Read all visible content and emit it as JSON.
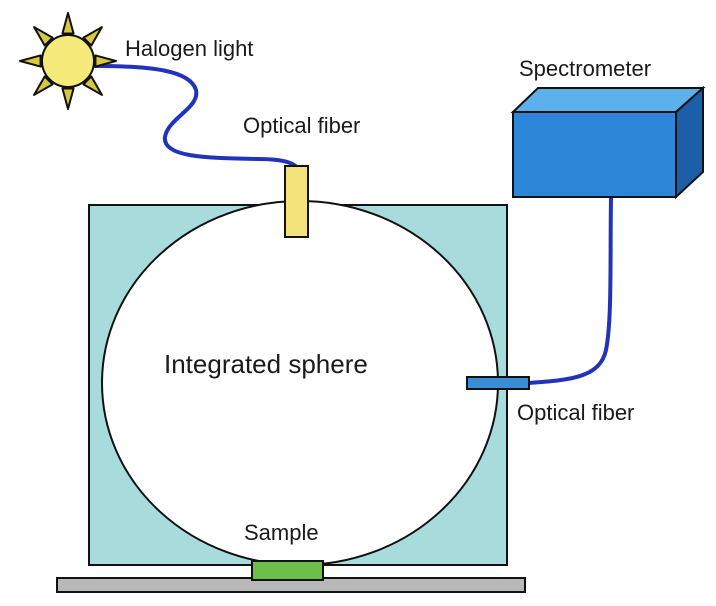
{
  "labels": {
    "halogen_light": "Halogen light",
    "optical_fiber_top": "Optical fiber",
    "spectrometer": "Spectrometer",
    "integrated_sphere": "Integrated sphere",
    "optical_fiber_right": "Optical fiber",
    "sample": "Sample"
  },
  "colors": {
    "enclosure_fill": "#a8dcdc",
    "sphere_fill": "#ffffff",
    "fiber_cable": "#2233bb",
    "top_port_fill": "#f2e37a",
    "right_port_fill": "#3a8ed6",
    "sample_fill": "#6cc04a",
    "base_plate_fill": "#b8b8b8",
    "spectrometer_front": "#2e86d8",
    "spectrometer_top": "#5cb0ec",
    "spectrometer_side": "#1a5fa8",
    "sun_core": "#f6ea7a",
    "sun_rays": "#d8c840",
    "outline": "#111111"
  },
  "icons": {
    "light_source": "sun-icon"
  }
}
